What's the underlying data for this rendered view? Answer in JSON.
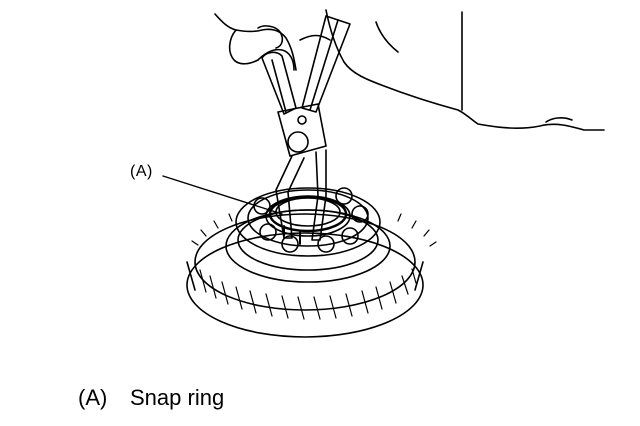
{
  "callout": {
    "label": "(A)"
  },
  "legend": [
    {
      "key": "(A)",
      "text": "Snap ring"
    }
  ]
}
